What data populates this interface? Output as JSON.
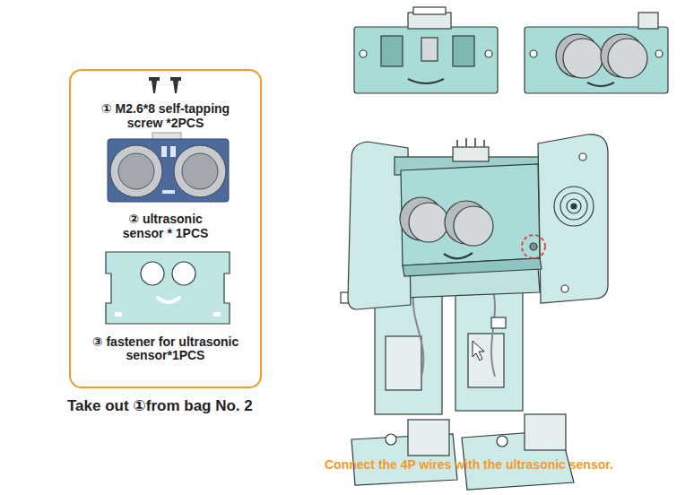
{
  "diagram": {
    "nodes": [
      {
        "text": [
          "① M2.6*8 self-tapping screw *2PCS",
          "② ultrasonic sensor * 1PCS",
          "③ fastener for ultrasonic sensor*1PCS"
        ]
      }
    ],
    "labels": [
      "Take out ①from bag No. 2",
      "Connect the 4P wires with the ultrasonic sensor."
    ]
  }
}
